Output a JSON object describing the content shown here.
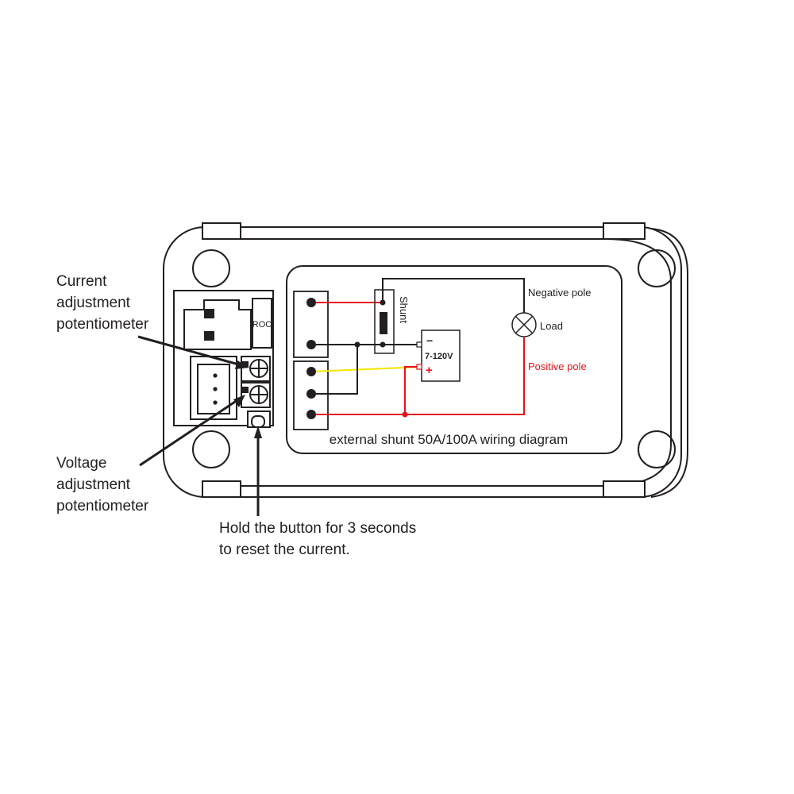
{
  "callouts": {
    "current_pot": [
      "Current",
      "adjustment",
      "potentiometer"
    ],
    "voltage_pot": [
      "Voltage",
      "adjustment",
      "potentiometer"
    ],
    "reset_button": [
      "Hold the button for 3 seconds",
      "to reset the current."
    ]
  },
  "wiring": {
    "caption": "external shunt 50A/100A wiring diagram",
    "shunt_label": "Shunt",
    "supply_minus": "−",
    "supply_range": "7-120V",
    "supply_plus": "+",
    "negative_pole": "Negative pole",
    "load": "Load",
    "positive_pole": "Positive pole"
  },
  "connector_label": "ROC",
  "colors": {
    "outline": "#231f20",
    "red_wire": "#e3131b",
    "yellow_wire": "#f5e500",
    "positive_label": "#e3131b"
  }
}
